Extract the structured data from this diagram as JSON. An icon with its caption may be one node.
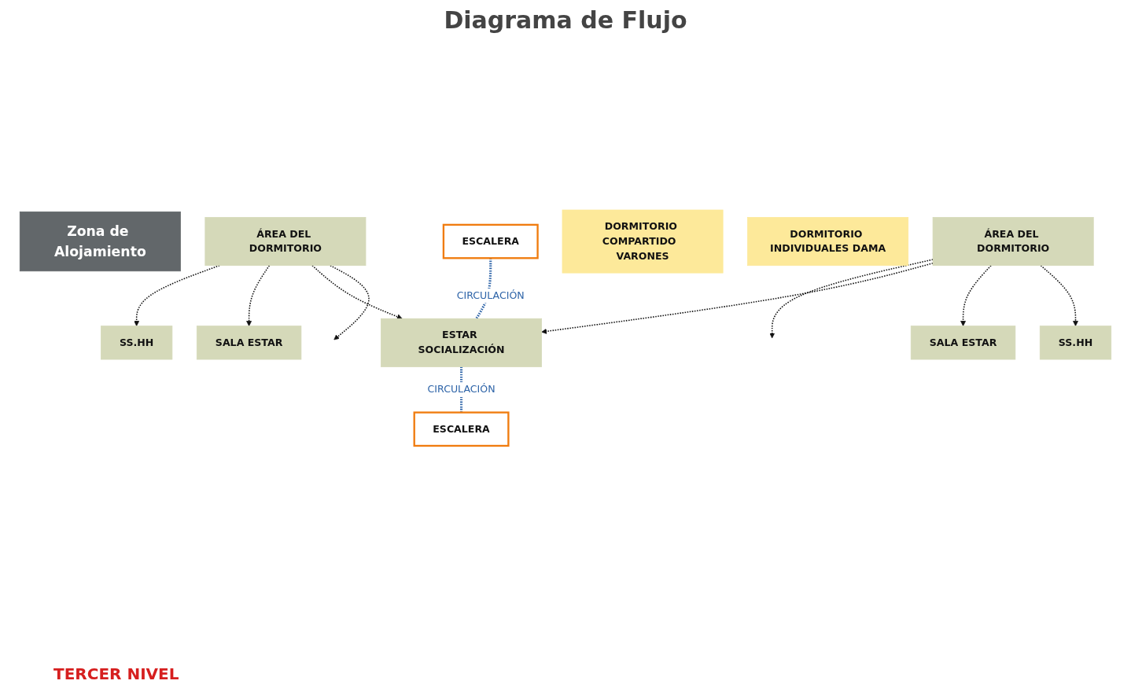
{
  "diagram": {
    "title": "Diagrama  de Flujo",
    "nodes": [
      {
        "text": [
          "Zona de Alojamiento"
        ]
      },
      {
        "text": [
          "SS.HH"
        ]
      },
      {
        "text": [
          "SALA ESTAR"
        ]
      },
      {
        "text": [
          "ÁREA DEL DORMITORIO"
        ]
      },
      {
        "text": [
          "ESTAR SOCIALIZACIÓN"
        ]
      },
      {
        "text": [
          "ÁREA DEL DORMITORIO"
        ]
      },
      {
        "text": [
          "SALA ESTAR"
        ]
      },
      {
        "text": [
          "SS.HH"
        ]
      },
      {
        "text": [
          "DORMITORIO COMPARTIDO  VARONES"
        ]
      },
      {
        "text": [
          "DORMITORIO INDIVIDUALES DAMA"
        ]
      },
      {
        "text": [
          "ESCALERA"
        ]
      },
      {
        "text": [
          "ESCALERA"
        ]
      }
    ],
    "edges": [
      {
        "from": 3,
        "to": 1,
        "arrow": "to",
        "style": "dashed"
      },
      {
        "from": 3,
        "to": 2,
        "arrow": "to",
        "style": "dashed"
      },
      {
        "from": 3,
        "to": 4,
        "arrow": "to",
        "style": "dashed"
      },
      {
        "from": 3,
        "to": null,
        "arrow": "to",
        "style": "dashed"
      },
      {
        "from": 10,
        "to": 4,
        "arrow": "none",
        "label": "CIRCULACIÓN",
        "style": "dashed",
        "color": "#2e64a8"
      },
      {
        "from": 4,
        "to": 11,
        "arrow": "none",
        "label": "CIRCULACIÓN",
        "style": "dashed",
        "color": "#2e64a8"
      },
      {
        "from": 5,
        "to": null,
        "arrow": "to",
        "style": "dashed"
      },
      {
        "from": 5,
        "to": 4,
        "arrow": "to",
        "style": "dashed"
      },
      {
        "from": 5,
        "to": 6,
        "arrow": "to",
        "style": "dashed"
      },
      {
        "from": 5,
        "to": 7,
        "arrow": "to",
        "style": "dashed"
      }
    ],
    "labels": [
      "TERCER NIVEL"
    ]
  }
}
